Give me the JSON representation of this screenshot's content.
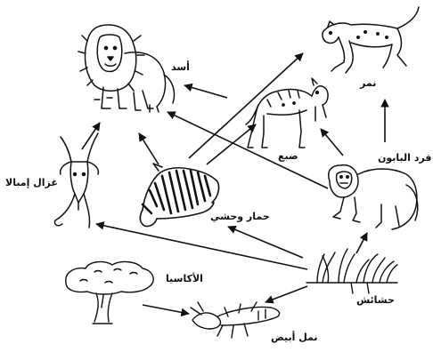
{
  "organisms": {
    "lion": {
      "label": "أسد"
    },
    "cheetah": {
      "label": "نمر"
    },
    "hyena": {
      "label": "ضبع"
    },
    "baboon": {
      "label": "قرد البابون"
    },
    "impala": {
      "label": "غزال إمبالا"
    },
    "zebra": {
      "label": "حمار وحشي"
    },
    "grass": {
      "label": "حشائش"
    },
    "acacia": {
      "label": "الأكاسيا"
    },
    "termite": {
      "label": "نمل أبيض"
    }
  },
  "colors": {
    "ink": "#111111",
    "paper": "#ffffff"
  }
}
